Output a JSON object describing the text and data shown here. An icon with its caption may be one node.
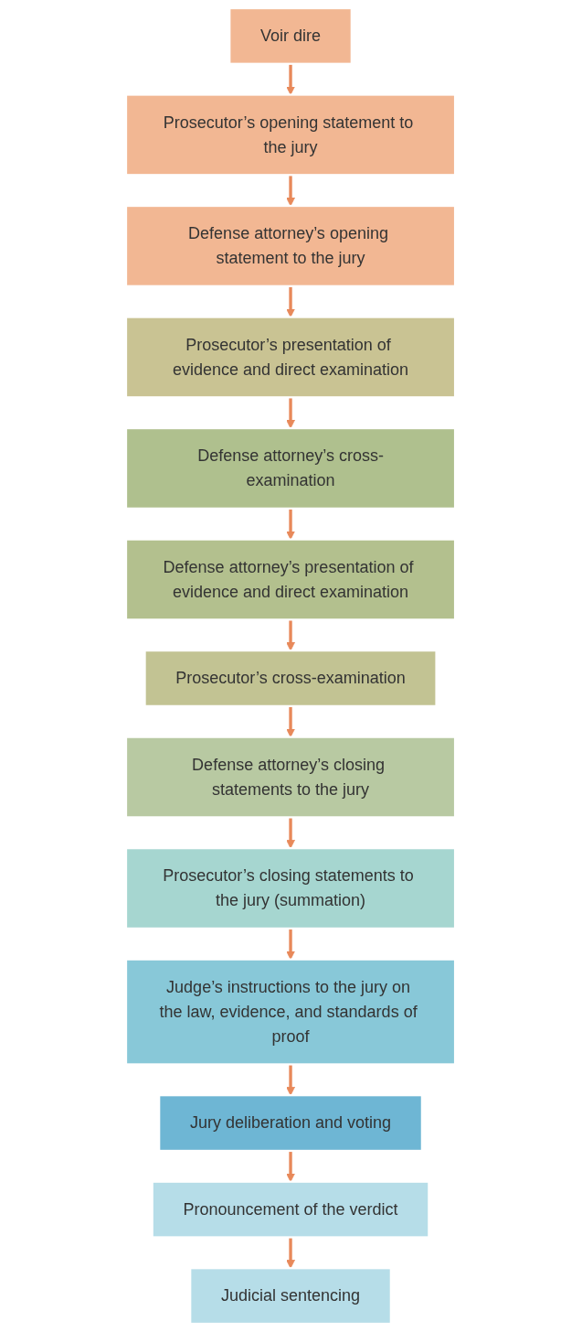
{
  "diagram": {
    "nodes": [
      {
        "text": [
          "Voir dire"
        ]
      },
      {
        "text": [
          "Prosecutor’s opening statement to the jury"
        ]
      },
      {
        "text": [
          "Defense attorney’s opening statement to the jury"
        ]
      },
      {
        "text": [
          "Prosecutor’s presentation of evidence and direct examination"
        ]
      },
      {
        "text": [
          "Defense attorney’s cross-examination"
        ]
      },
      {
        "text": [
          "Defense attorney’s presentation of evidence and direct examination"
        ]
      },
      {
        "text": [
          "Prosecutor’s cross-examination"
        ]
      },
      {
        "text": [
          "Defense attorney’s closing statements to the jury"
        ]
      },
      {
        "text": [
          "Prosecutor’s closing statements to the jury (summation)"
        ]
      },
      {
        "text": [
          "Judge’s instructions to the jury on the law, evidence, and standards of proof"
        ]
      },
      {
        "text": [
          "Jury deliberation and voting"
        ]
      },
      {
        "text": [
          "Pronouncement of the verdict"
        ]
      },
      {
        "text": [
          "Judicial sentencing"
        ]
      }
    ],
    "edges": [
      {
        "from": 0,
        "to": 1,
        "arrow": "to"
      },
      {
        "from": 1,
        "to": 2,
        "arrow": "to"
      },
      {
        "from": 2,
        "to": 3,
        "arrow": "to"
      },
      {
        "from": 3,
        "to": 4,
        "arrow": "to"
      },
      {
        "from": 4,
        "to": 5,
        "arrow": "to"
      },
      {
        "from": 5,
        "to": 6,
        "arrow": "to"
      },
      {
        "from": 6,
        "to": 7,
        "arrow": "to"
      },
      {
        "from": 7,
        "to": 8,
        "arrow": "to"
      },
      {
        "from": 8,
        "to": 9,
        "arrow": "to"
      },
      {
        "from": 9,
        "to": 10,
        "arrow": "to"
      },
      {
        "from": 10,
        "to": 11,
        "arrow": "to"
      },
      {
        "from": 11,
        "to": 12,
        "arrow": "to"
      }
    ]
  }
}
